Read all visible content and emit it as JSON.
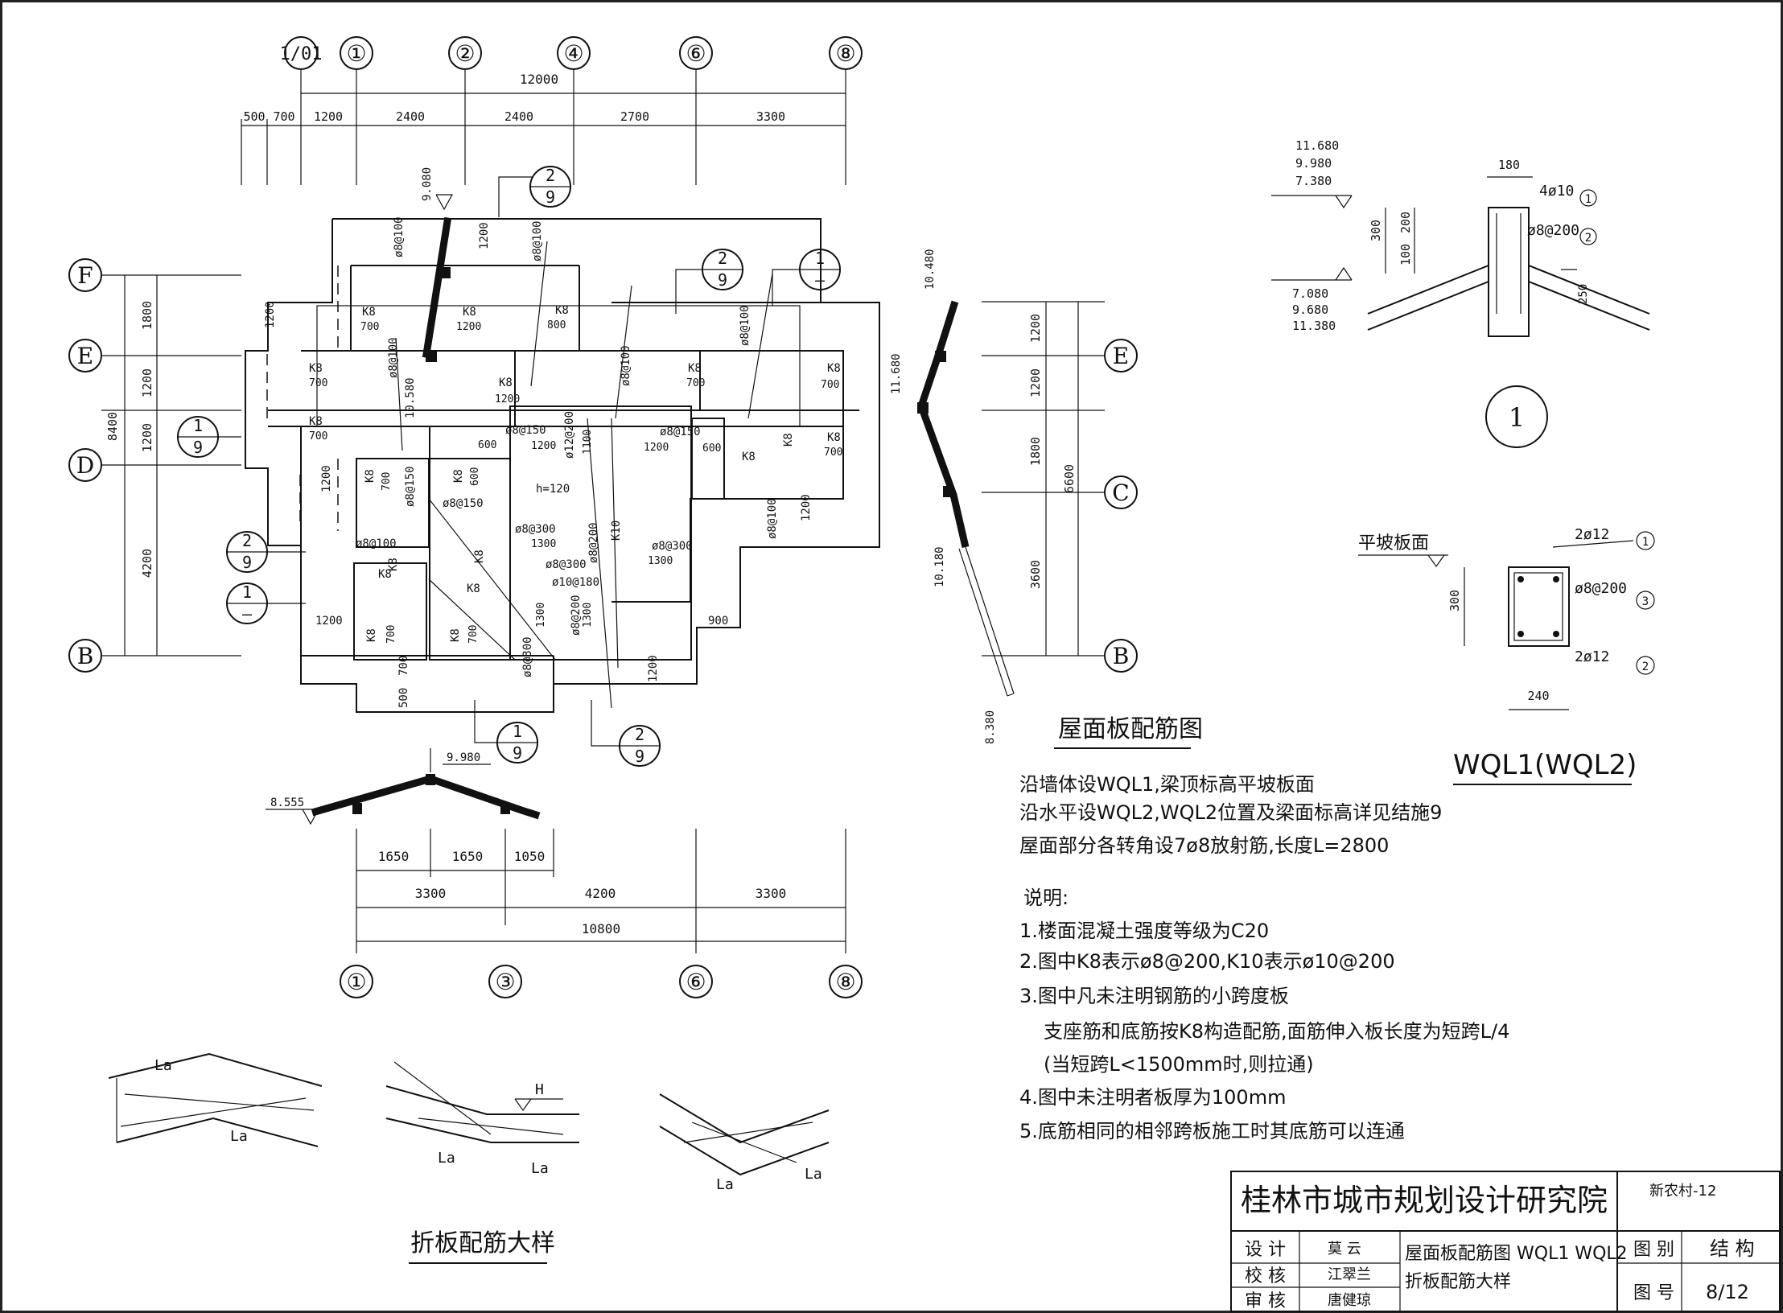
{
  "axes_top": [
    "1/01",
    "①",
    "②",
    "④",
    "⑥",
    "⑧"
  ],
  "axes_bottom": [
    "①",
    "③",
    "⑥",
    "⑧"
  ],
  "axes_left": [
    "F",
    "E",
    "D",
    "B"
  ],
  "axes_right": [
    "E",
    "C",
    "B"
  ],
  "dims_top_total": "12000",
  "dims_top": [
    "500",
    "700",
    "1200",
    "2400",
    "2400",
    "2700",
    "3300"
  ],
  "dims_left_total": "8400",
  "dims_left": [
    "1800",
    "1200",
    "1200",
    "4200"
  ],
  "dims_right_total": "6600",
  "dims_right": [
    "1200",
    "1200",
    "1800",
    "3600"
  ],
  "dims_bottom_sub": [
    "1650",
    "1650",
    "1050"
  ],
  "dims_bottom": [
    "3300",
    "4200",
    "3300"
  ],
  "dims_bottom_total": "10800",
  "elevations": {
    "top_ridge": "9.080",
    "ridge_mid": "10.580",
    "front_ridge": "9.980",
    "front_eave": "8.555",
    "side_top": "10.480",
    "side_mid": "11.680",
    "side_low": "10.180",
    "side_bottom": "8.380"
  },
  "plan_labels": {
    "k8": "K8",
    "k10": "K10",
    "h": "h=120",
    "rebar_100": "ø8@100",
    "rebar_150": "ø8@150",
    "rebar_300": "ø8@300",
    "rebar_200": "ø8@200",
    "rebar_10_180": "ø10@180",
    "rebar_12_200": "ø12@200",
    "v700": "700",
    "v800": "800",
    "v1200": "1200",
    "v1300": "1300",
    "v600": "600",
    "v900": "900",
    "v500": "500",
    "v1100": "1100"
  },
  "callouts": {
    "c2_9_num": "2",
    "c2_9_den": "9",
    "c1_9_num": "1",
    "c1_9_den": "9",
    "c1_num": "1",
    "c1_den": "—"
  },
  "plan_title": "屋面板配筋图",
  "notes_top": [
    "沿墙体设WQL1,梁顶标高平坡板面",
    "沿水平设WQL2,WQL2位置及梁面标高详见结施9",
    "屋面部分各转角设7ø8放射筋,长度L=2800"
  ],
  "notes_heading": "说明:",
  "notes": [
    "1.楼面混凝土强度等级为C20",
    "2.图中K8表示ø8@200,K10表示ø10@200",
    "3.图中凡未注明钢筋的小跨度板",
    "支座筋和底筋按K8构造配筋,面筋伸入板长度为短跨L/4",
    "(当短跨L<1500mm时,则拉通)",
    "4.图中未注明者板厚为100mm",
    "5.底筋相同的相邻跨板施工时其底筋可以连通"
  ],
  "detail1": {
    "elev_top": [
      "11.680",
      "9.980",
      "7.380"
    ],
    "elev_bot": [
      "7.080",
      "9.680",
      "11.380"
    ],
    "d180": "180",
    "d300": "300",
    "d200": "200",
    "d100": "100",
    "d250": "250",
    "bar1": "4ø10",
    "bar2": "ø8@200",
    "mk1": "1",
    "mk2": "2",
    "label": "1"
  },
  "wql": {
    "surface": "平坡板面",
    "top_bar": "2ø12",
    "stirrup": "ø8@200",
    "bot_bar": "2ø12",
    "h": "300",
    "w": "240",
    "m1": "1",
    "m2": "2",
    "m3": "3",
    "title": "WQL1(WQL2)"
  },
  "fold": {
    "la": "La",
    "h": "H",
    "title": "折板配筋大样"
  },
  "title_block": {
    "company": "桂林市城市规划设计研究院",
    "project": "新农村-12",
    "role_design": "设 计",
    "role_check": "校 核",
    "role_review": "审 核",
    "name_design": "莫 云",
    "name_check": "江翠兰",
    "name_review": "唐健琼",
    "drawing_title_1": "屋面板配筋图 WQL1 WQL2",
    "drawing_title_2": "折板配筋大样",
    "cat_label": "图 别",
    "cat_value": "结 构",
    "no_label": "图 号",
    "no_value": "8/12"
  }
}
